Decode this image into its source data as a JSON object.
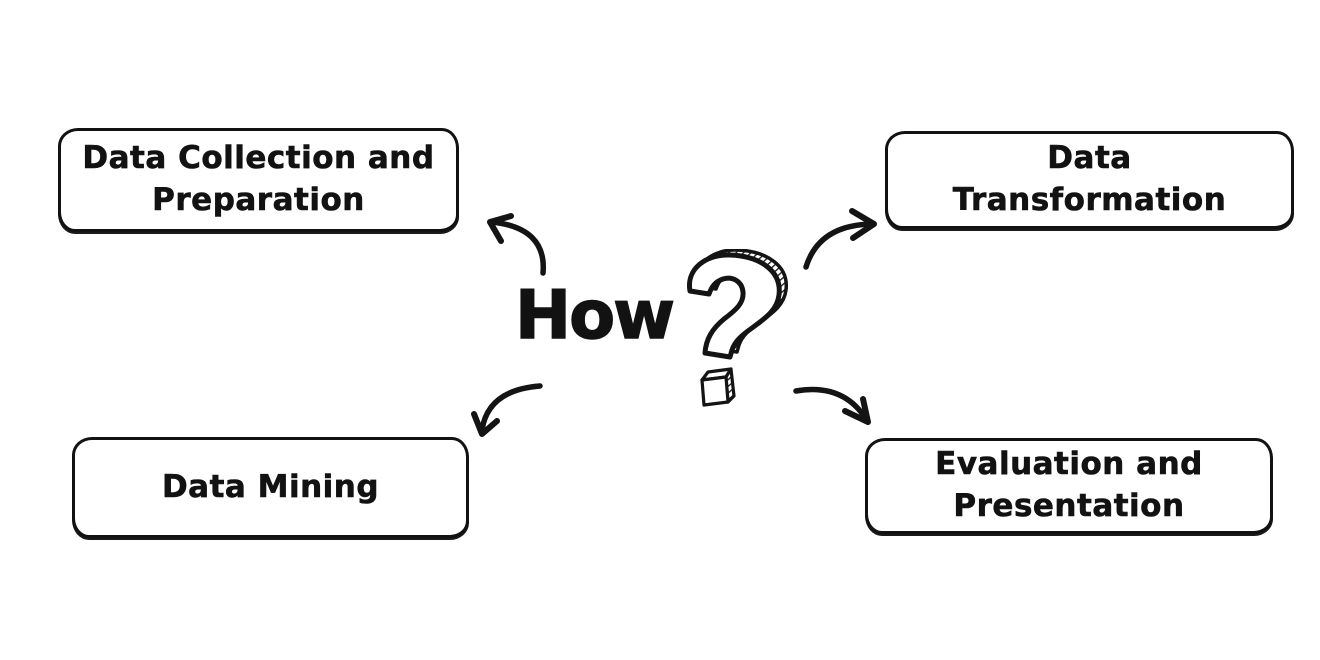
{
  "diagram": {
    "center": {
      "label": "How",
      "mark": "?"
    },
    "nodes": [
      {
        "id": "data-collection-and-preparation",
        "position": "top-left",
        "label": "Data Collection and Preparation",
        "lines": [
          "Data Collection and",
          "Preparation"
        ]
      },
      {
        "id": "data-transformation",
        "position": "top-right",
        "label": "Data Transformation",
        "lines": [
          "Data",
          "Transformation"
        ]
      },
      {
        "id": "data-mining",
        "position": "bottom-left",
        "label": "Data Mining",
        "lines": [
          "Data Mining"
        ]
      },
      {
        "id": "evaluation-and-presentation",
        "position": "bottom-right",
        "label": "Evaluation and Presentation",
        "lines": [
          "Evaluation and",
          "Presentation"
        ]
      }
    ],
    "connectors": [
      {
        "from": "center",
        "to": "data-collection-and-preparation"
      },
      {
        "from": "center",
        "to": "data-transformation"
      },
      {
        "from": "center",
        "to": "data-mining"
      },
      {
        "from": "center",
        "to": "evaluation-and-presentation"
      }
    ],
    "colors": {
      "ink": "#141414",
      "background": "#ffffff"
    }
  }
}
